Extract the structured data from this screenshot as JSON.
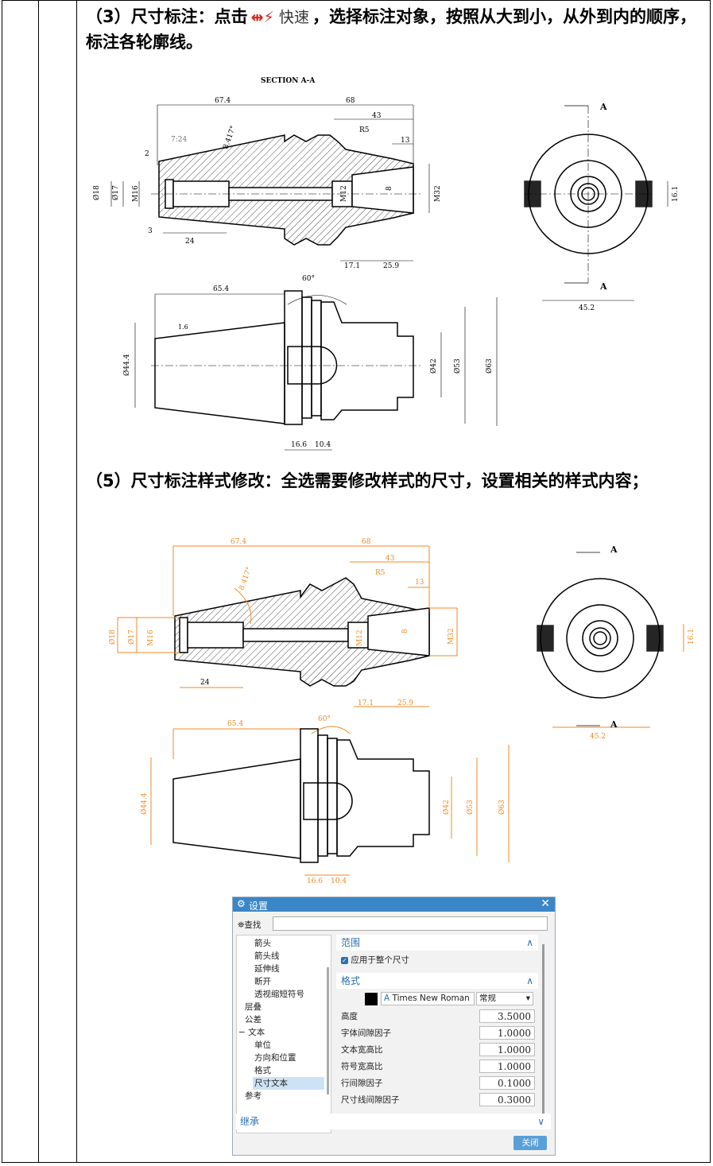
{
  "steps": {
    "step3_prefix": "（3）尺寸标注：点击",
    "step3_button": "快速",
    "step3_suffix": "，选择标注对象，按照从大到小，从外到内的顺序，标注各轮廓线。",
    "step5_text": "（5）尺寸标注样式修改：全选需要修改样式的尺寸，设置相关的样式内容；"
  },
  "drawing1": {
    "section_title": "SECTION A-A",
    "dims": {
      "d67_4": "67.4",
      "d68": "68",
      "d43": "43",
      "r5": "R5",
      "d13": "13",
      "taper": "7:24",
      "angle": "8.417°",
      "d2": "2",
      "d3": "3",
      "d24": "24",
      "phi18": "Ø18",
      "phi17": "Ø17",
      "m16": "M16",
      "m12": "M12",
      "d8": "8",
      "m32": "M32",
      "d17_1": "17.1",
      "d25_9": "25.9",
      "d65_4": "65.4",
      "a60": "60°",
      "rough": "1.6",
      "phi44_4": "Ø44.4",
      "phi42": "Ø42",
      "phi53": "Ø53",
      "phi63": "Ø63",
      "d16_6": "16.6",
      "d10_4": "10.4",
      "sec_a": "A",
      "d16_1": "16.1",
      "d45_2": "45.2"
    }
  },
  "dialog": {
    "title": "设置",
    "find_label": "查找",
    "find_value": "",
    "tree": [
      "箭头",
      "箭头线",
      "延伸线",
      "断开",
      "透视缩短符号",
      "层叠",
      "公差",
      "文本",
      "单位",
      "方向和位置",
      "格式",
      "尺寸文本",
      "参考"
    ],
    "section_scope": "范围",
    "apply_whole": "应用于整个尺寸",
    "section_format": "格式",
    "font_name": "Times New Roman",
    "font_style": "常规",
    "rows": [
      {
        "label": "高度",
        "value": "3.5000"
      },
      {
        "label": "字体间隙因子",
        "value": "1.0000"
      },
      {
        "label": "文本宽高比",
        "value": "1.0000"
      },
      {
        "label": "符号宽高比",
        "value": "1.0000"
      },
      {
        "label": "行间隙因子",
        "value": "0.1000"
      },
      {
        "label": "尺寸线间隙因子",
        "value": "0.3000"
      }
    ],
    "inherit": "继承",
    "close": "关闭"
  },
  "colors": {
    "dim_orange": "#f08a24",
    "accent_blue": "#3b86c6"
  }
}
